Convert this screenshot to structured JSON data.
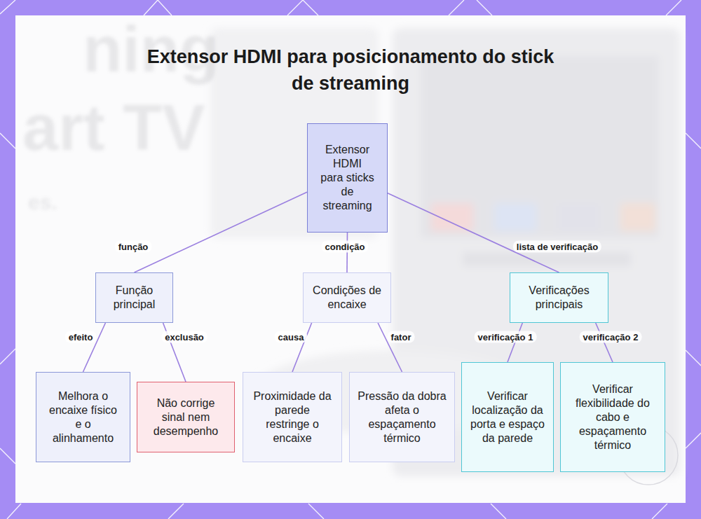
{
  "diagram": {
    "title": "Extensor HDMI para posicionamento do stick de streaming",
    "nodes": [
      {
        "text": [
          "Extensor HDMI para sticks de streaming"
        ]
      },
      {
        "text": [
          "Função principal"
        ]
      },
      {
        "text": [
          "Condições de encaixe"
        ]
      },
      {
        "text": [
          "Verificações principais"
        ]
      },
      {
        "text": [
          "Melhora o encaixe físico e o alinhamento"
        ]
      },
      {
        "text": [
          "Não corrige sinal nem desempenho"
        ]
      },
      {
        "text": [
          "Proximidade da parede restringe o encaixe"
        ]
      },
      {
        "text": [
          "Pressão da dobra afeta o espaçamento térmico"
        ]
      },
      {
        "text": [
          "Verificar localização da porta e espaço da parede"
        ]
      },
      {
        "text": [
          "Verificar flexibilidade do cabo e espaçamento térmico"
        ]
      }
    ],
    "edges": [
      {
        "from": 0,
        "to": 1,
        "label": "função",
        "arrow": "none"
      },
      {
        "from": 0,
        "to": 2,
        "label": "condição",
        "arrow": "none"
      },
      {
        "from": 0,
        "to": 3,
        "label": "lista de verificação",
        "arrow": "none"
      },
      {
        "from": 1,
        "to": 4,
        "label": "efeito",
        "arrow": "none"
      },
      {
        "from": 1,
        "to": 5,
        "label": "exclusão",
        "arrow": "none"
      },
      {
        "from": 2,
        "to": 6,
        "label": "causa",
        "arrow": "none"
      },
      {
        "from": 2,
        "to": 7,
        "label": "fator",
        "arrow": "none"
      },
      {
        "from": 3,
        "to": 8,
        "label": "verificação 1",
        "arrow": "none"
      },
      {
        "from": 3,
        "to": 9,
        "label": "verificação 2",
        "arrow": "none"
      }
    ],
    "labels": [
      "ning",
      "art TV",
      "es."
    ]
  }
}
